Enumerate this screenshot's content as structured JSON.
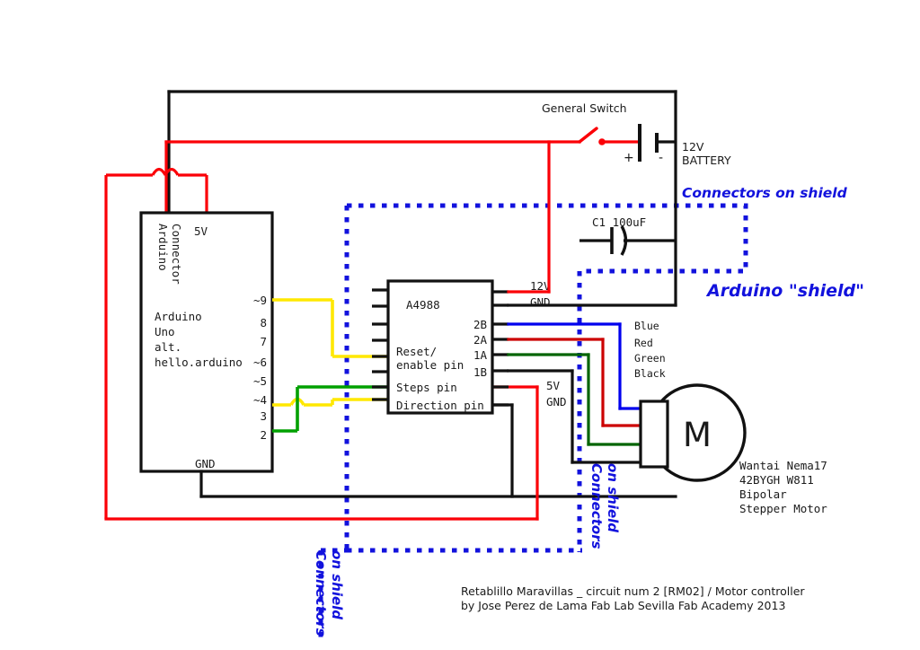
{
  "document": {
    "title": "Retablillo Maravillas _ circuit num 2 [RM02] / Motor controller",
    "caption_line_1": "Retablillo Maravillas _ circuit num 2 [RM02] / Motor controller",
    "caption_line_2": "by Jose Perez de Lama  Fab Lab Sevilla Fab Academy 2013"
  },
  "colors": {
    "wire_black": "#111111",
    "wire_red": "#fb0007",
    "wire_yellow": "#ffe800",
    "wire_green": "#00a000",
    "coil_blue": "#0000ee",
    "coil_red": "#cc0000",
    "coil_green": "#006400",
    "coil_black": "#111111",
    "shield_blue": "#1212dd",
    "text": "#1a1a1a",
    "background": "#ffffff"
  },
  "power": {
    "switch_label": "General Switch",
    "battery_line_1": "12V",
    "battery_line_2": "BATTERY",
    "battery_positive": "+",
    "battery_negative": "-"
  },
  "capacitor": {
    "label": "C1  100uF"
  },
  "shield": {
    "title": "Arduino \"shield\"",
    "connector_note_top": "Connectors on shield",
    "connector_note_left": "Connectors\non shield",
    "connector_note_left_line_1": "Connectors",
    "connector_note_left_line_2": "on shield",
    "connector_note_right_line_1": "Connectors",
    "connector_note_right_line_2": "on shield"
  },
  "arduino": {
    "connector_label_line_1": "Arduino",
    "connector_label_line_2": "Connector",
    "pin_5v": "5V",
    "pin_gnd": "GND",
    "board_name_lines": [
      "Arduino",
      "Uno",
      "alt.",
      "hello.arduino"
    ],
    "pins": [
      "~9",
      "8",
      "7",
      "~6",
      "~5",
      "~4",
      "3",
      "2"
    ]
  },
  "driver": {
    "chip_name": "A4988",
    "left_labels": [
      "Reset/",
      "enable pin",
      "Steps pin",
      "Direction pin"
    ],
    "right_pins": [
      "2B",
      "2A",
      "1A",
      "1B"
    ],
    "supply_top_1": "12V",
    "supply_top_2": "GND",
    "supply_bottom_1": "5V",
    "supply_bottom_2": "GND"
  },
  "motor": {
    "symbol": "M",
    "wire_labels": [
      "Blue",
      "Red",
      "Green",
      "Black"
    ],
    "description_lines": [
      "Wantai Nema17",
      "42BYGH W811",
      "Bipolar",
      "Stepper Motor"
    ]
  }
}
